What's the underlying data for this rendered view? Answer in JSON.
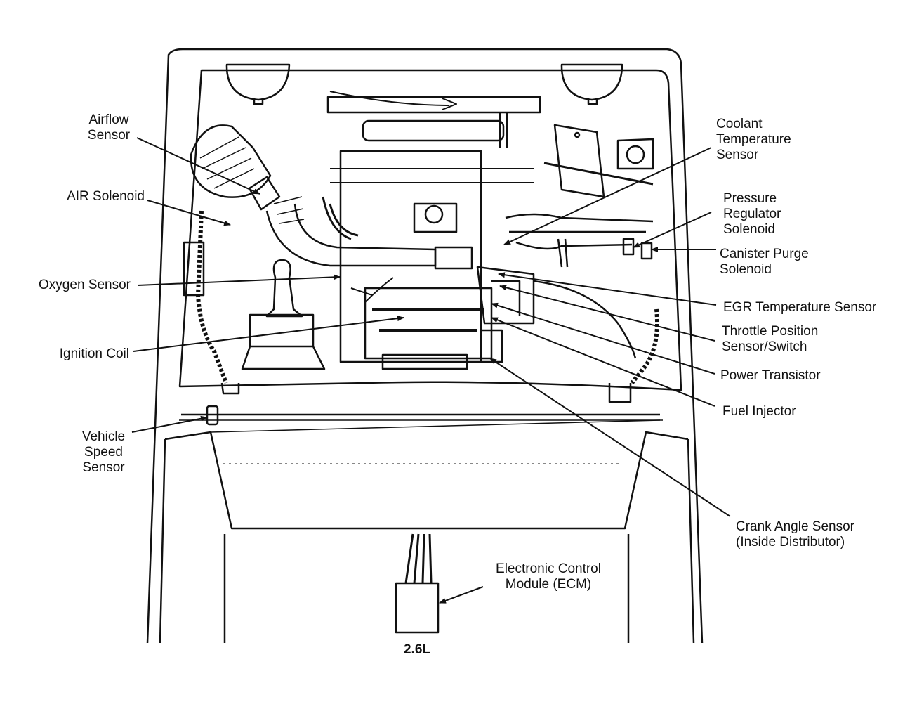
{
  "labels": {
    "airflow_sensor": [
      "Airflow",
      "Sensor"
    ],
    "air_solenoid": [
      "AIR Solenoid"
    ],
    "oxygen_sensor": [
      "Oxygen Sensor"
    ],
    "ignition_coil": [
      "Ignition Coil"
    ],
    "vehicle_speed_sensor": [
      "Vehicle",
      "Speed",
      "Sensor"
    ],
    "coolant_temperature_sensor": [
      "Coolant",
      "Temperature",
      "Sensor"
    ],
    "pressure_regulator_solenoid": [
      "Pressure",
      "Regulator",
      "Solenoid"
    ],
    "canister_purge_solenoid": [
      "Canister Purge",
      "Solenoid"
    ],
    "egr_temperature_sensor": [
      "EGR Temperature Sensor"
    ],
    "throttle_position_sensor": [
      "Throttle Position",
      "Sensor/Switch"
    ],
    "power_transistor": [
      "Power Transistor"
    ],
    "fuel_injector": [
      "Fuel Injector"
    ],
    "crank_angle_sensor": [
      "Crank Angle Sensor",
      "(Inside Distributor)"
    ],
    "ecm": [
      "Electronic Control",
      "Module (ECM)"
    ]
  },
  "caption": "2.6L"
}
